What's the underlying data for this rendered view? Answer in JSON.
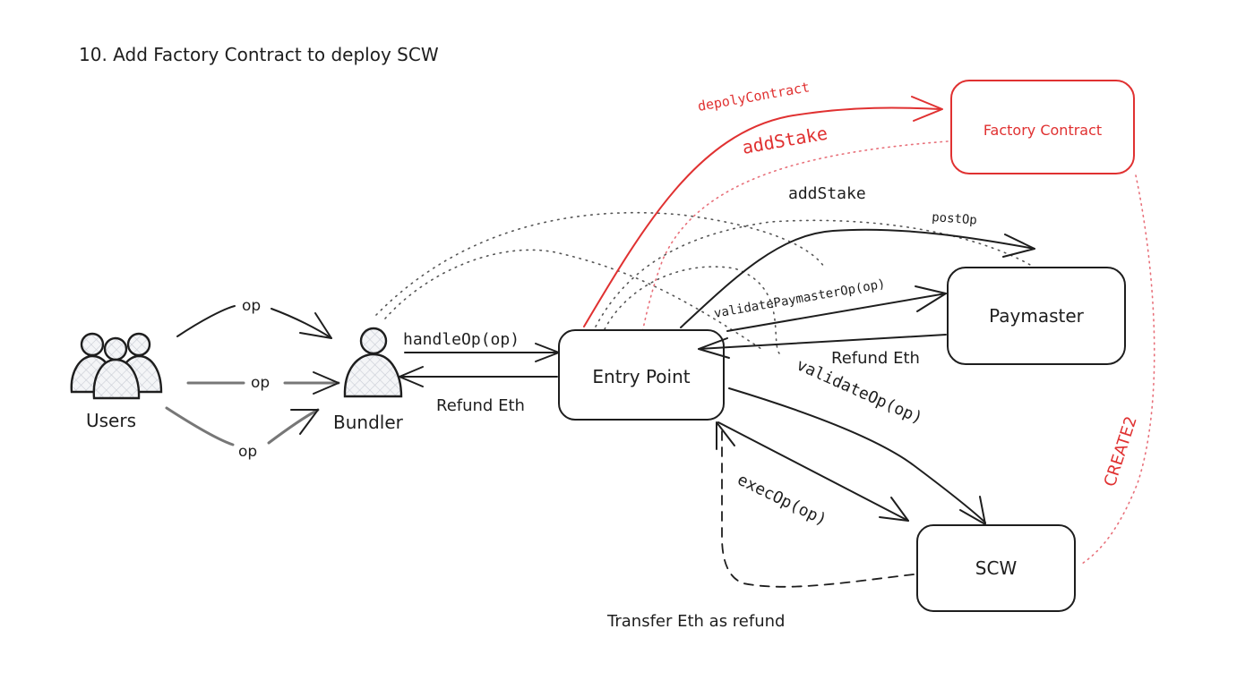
{
  "title": "10. Add Factory Contract to deploy SCW",
  "colors": {
    "ink": "#1e1e1e",
    "accent_red": "#e03131",
    "dotted_red": "#e8707a"
  },
  "nodes": {
    "users": {
      "label": "Users",
      "icon": "users-group-icon"
    },
    "bundler": {
      "label": "Bundler",
      "icon": "person-icon"
    },
    "entry_point": {
      "label": "Entry Point"
    },
    "paymaster": {
      "label": "Paymaster"
    },
    "scw": {
      "label": "SCW"
    },
    "factory_contract": {
      "label": "Factory Contract"
    }
  },
  "edges": {
    "user_op_top": "op",
    "user_op_mid": "op",
    "user_op_bottom": "op",
    "handle_op": "handleOp(op)",
    "refund_eth_bundler": "Refund Eth",
    "deploy_contract": "depolyContract",
    "add_stake_factory": "addStake",
    "add_stake_paymaster": "addStake",
    "post_op": "postOp",
    "validate_paymaster_op": "validatePaymasterOp(op)",
    "refund_eth_paymaster": "Refund Eth",
    "validate_op": "validateOp(op)",
    "exec_op": "execOp(op)",
    "create2": "CREATE2",
    "transfer_refund": "Transfer Eth as refund"
  }
}
